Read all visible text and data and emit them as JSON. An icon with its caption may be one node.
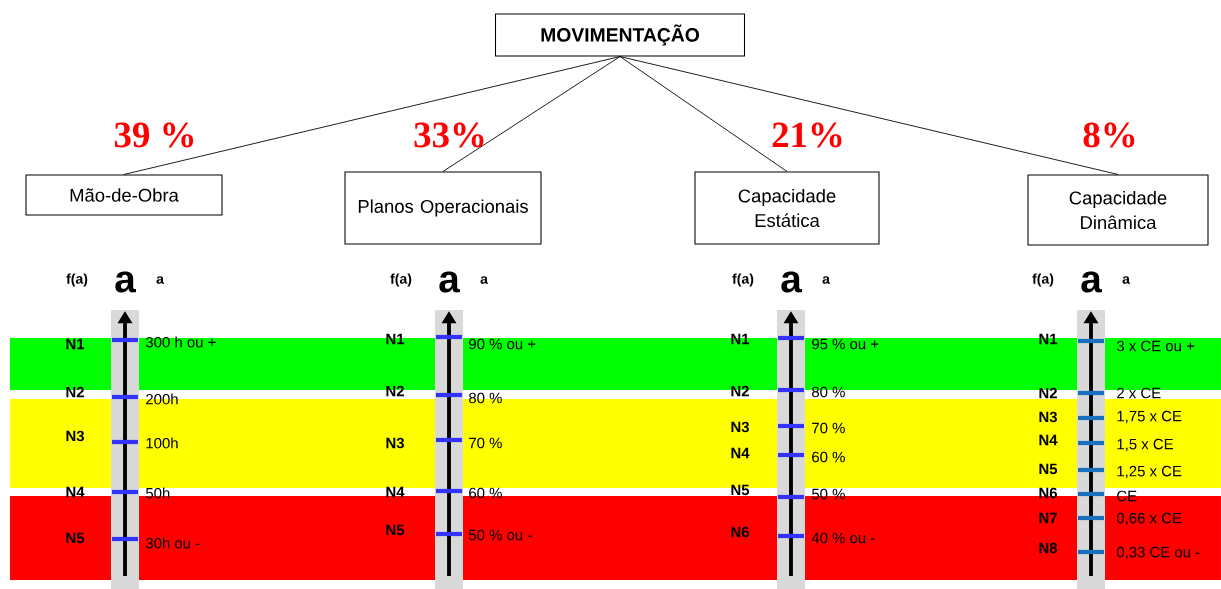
{
  "diagram": {
    "nodes": [
      {
        "text": [
          "MOVIMENTAÇÃO"
        ]
      },
      {
        "text": [
          "Mão-de-Obra"
        ],
        "beside": [
          "39 %"
        ]
      },
      {
        "text": [
          "Planos Operacionais"
        ],
        "beside": [
          "33%"
        ]
      },
      {
        "text": [
          "Capacidade Estática"
        ],
        "beside": [
          "21%"
        ]
      },
      {
        "text": [
          "Capacidade Dinâmica"
        ],
        "beside": [
          "8%"
        ]
      }
    ],
    "edges": [
      {
        "from": 0,
        "to": 1,
        "arrow": "none"
      },
      {
        "from": 0,
        "to": 2,
        "arrow": "none"
      },
      {
        "from": 0,
        "to": 3,
        "arrow": "none"
      },
      {
        "from": 0,
        "to": 4,
        "arrow": "none"
      }
    ],
    "labels": [
      "f(a)",
      "a",
      "a",
      "N1",
      "300 h ou +",
      "N2",
      "200h",
      "N3",
      "100h",
      "N4",
      "50h",
      "N5",
      "30h ou -",
      "f(a)",
      "a",
      "a",
      "N1",
      "90 % ou +",
      "N2",
      "80 %",
      "N3",
      "70 %",
      "N4",
      "60 %",
      "N5",
      "50 % ou -",
      "f(a)",
      "a",
      "a",
      "N1",
      "95 % ou +",
      "N2",
      "80 %",
      "N3",
      "70 %",
      "N4",
      "60 %",
      "N5",
      "50 %",
      "N6",
      "40 % ou -",
      "f(a)",
      "a",
      "a",
      "N1",
      "3 x CE ou +",
      "N2",
      "2 x CE",
      "N3",
      "1,75 x CE",
      "N4",
      "1,5 x CE",
      "N5",
      "1,25 x CE",
      "N6",
      "CE",
      "N7",
      "0,66 x CE",
      "N8",
      "0,33 CE ou -"
    ]
  }
}
